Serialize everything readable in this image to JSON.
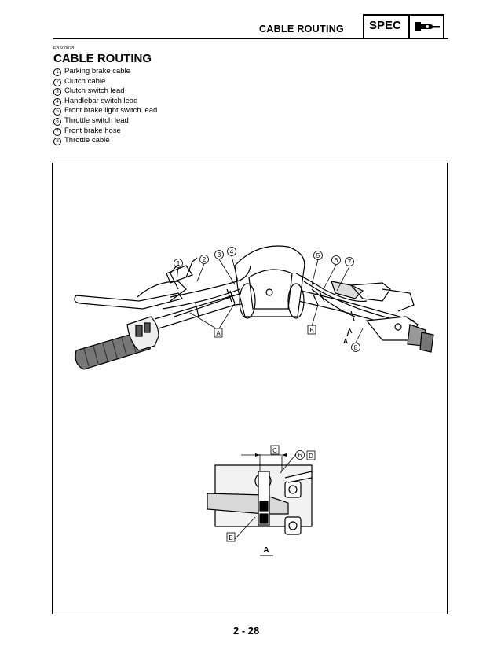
{
  "header": {
    "section_title": "CABLE ROUTING",
    "badge_label": "SPEC",
    "badge_icon": "wrench-icon"
  },
  "document_code": "EBS00028",
  "heading": "CABLE ROUTING",
  "parts": [
    {
      "num": "1",
      "label": "Parking brake cable"
    },
    {
      "num": "2",
      "label": "Clutch cable"
    },
    {
      "num": "3",
      "label": "Clutch switch lead"
    },
    {
      "num": "4",
      "label": "Handlebar switch lead"
    },
    {
      "num": "5",
      "label": "Front brake light switch lead"
    },
    {
      "num": "6",
      "label": "Throttle switch lead"
    },
    {
      "num": "7",
      "label": "Front brake hose"
    },
    {
      "num": "8",
      "label": "Throttle cable"
    }
  ],
  "figure": {
    "callouts": {
      "n1": "1",
      "n2": "2",
      "n3": "3",
      "n4": "4",
      "n5": "5",
      "n6": "6",
      "n7": "7",
      "n8": "8",
      "n6b": "6"
    },
    "letters": {
      "a_box": "A",
      "b_box": "B",
      "a_arrow": "A",
      "c_box": "C",
      "d_box": "D",
      "e_box": "E",
      "detail_caption": "A"
    }
  },
  "page_number": "2 - 28"
}
